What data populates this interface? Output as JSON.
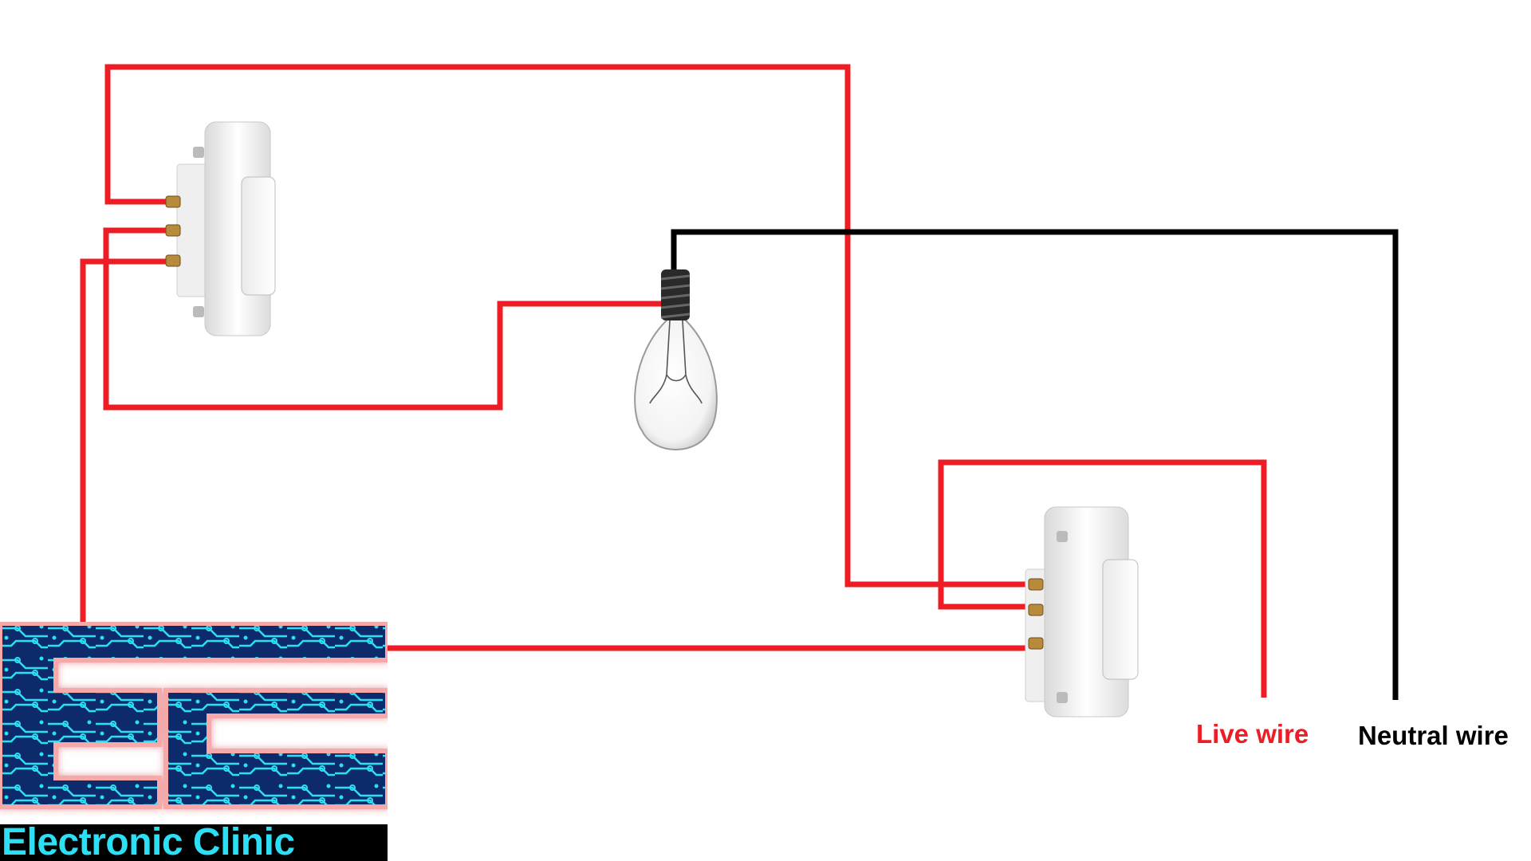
{
  "labels": {
    "live_wire": "Live wire",
    "neutral_wire": "Neutral wire"
  },
  "logo": {
    "text": "Electronic Clinic"
  },
  "colors": {
    "live": "#ee1c25",
    "neutral": "#000000",
    "switch_body": "#f4f4f4",
    "logo_dark": "#0a2a6b",
    "logo_accent": "#2be0f4"
  },
  "icons": [
    "light-bulb-icon",
    "switch-icon",
    "circuit-board-logo"
  ]
}
